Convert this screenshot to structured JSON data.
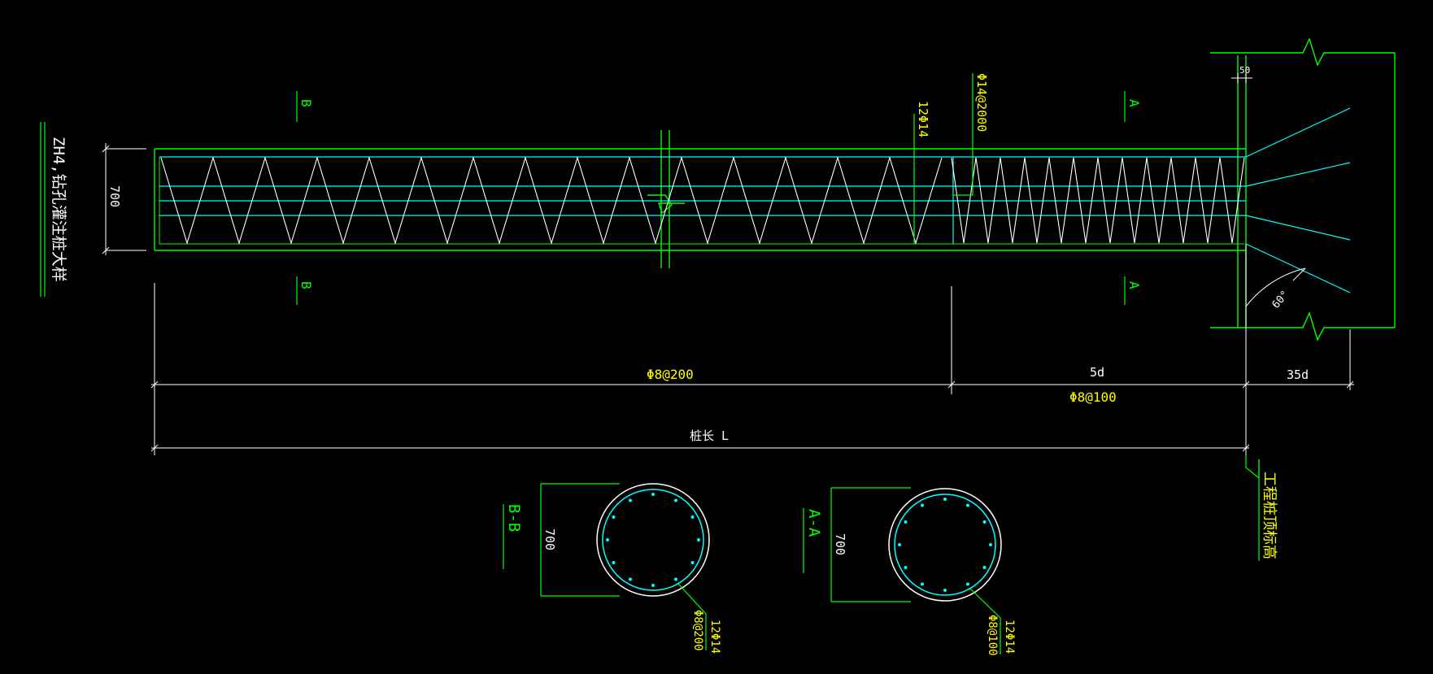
{
  "title": "ZH4,钻孔灌注桩大样",
  "colors": {
    "background": "#000000",
    "outline": "#00ff00",
    "rebar": "#00ffff",
    "spiral": "#ffffff",
    "dimension": "#ffffff",
    "annotation": "#ffff00",
    "section_mark": "#00ff00"
  },
  "labels": {
    "diameter": "700",
    "cover": "50",
    "main_bars": "12Φ14",
    "stiffener": "Φ14@2000",
    "spiral_normal": "Φ8@200",
    "spiral_dense": "Φ8@100",
    "dense_length": "5d",
    "anchor_length": "35d",
    "pile_length": "桩长 L",
    "angle": "60°",
    "pile_top": "工程桩顶标高"
  },
  "sections": {
    "b_mark": "B",
    "a_mark": "A",
    "b_title": "B-B",
    "a_title": "A-A",
    "b_diameter": "700",
    "a_diameter": "700",
    "b_main": "12Φ14",
    "b_stirrup": "Φ8@200",
    "a_main": "12Φ14",
    "a_stirrup": "Φ8@100"
  }
}
